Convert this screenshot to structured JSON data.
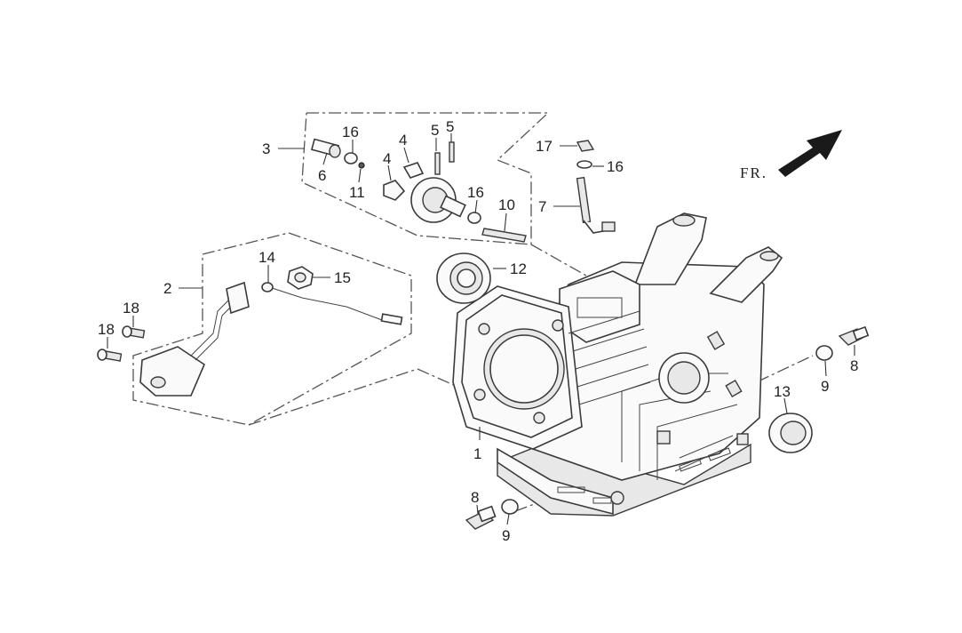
{
  "direction_label": "FR.",
  "callouts": {
    "c1": "1",
    "c2": "2",
    "c3": "3",
    "c4a": "4",
    "c4b": "4",
    "c5a": "5",
    "c5b": "5",
    "c6": "6",
    "c7": "7",
    "c8a": "8",
    "c8b": "8",
    "c9a": "9",
    "c9b": "9",
    "c10": "10",
    "c11": "11",
    "c12": "12",
    "c13": "13",
    "c14": "14",
    "c15": "15",
    "c16a": "16",
    "c16b": "16",
    "c16c": "16",
    "c17": "17",
    "c18a": "18",
    "c18b": "18"
  }
}
